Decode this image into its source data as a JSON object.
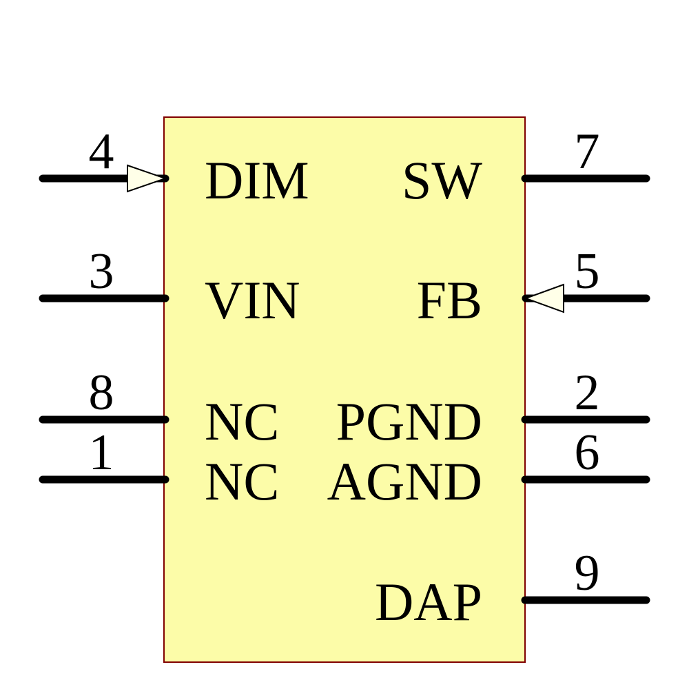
{
  "symbol": {
    "kind": "ic-schematic-symbol",
    "colors": {
      "background": "#FFFFFF",
      "body_fill": "#FCFCA8",
      "body_border": "#800000",
      "pin_line": "#000000",
      "arrow_fill": "#FFFFE8",
      "text": "#000000"
    },
    "pins": {
      "left": [
        {
          "number": "4",
          "label": "DIM",
          "arrow": "input"
        },
        {
          "number": "3",
          "label": "VIN",
          "arrow": "none"
        },
        {
          "number": "8",
          "label": "NC",
          "arrow": "none"
        },
        {
          "number": "1",
          "label": "NC",
          "arrow": "none"
        }
      ],
      "right": [
        {
          "number": "7",
          "label": "SW",
          "arrow": "none"
        },
        {
          "number": "5",
          "label": "FB",
          "arrow": "input"
        },
        {
          "number": "2",
          "label": "PGND",
          "arrow": "none"
        },
        {
          "number": "6",
          "label": "AGND",
          "arrow": "none"
        },
        {
          "number": "9",
          "label": "DAP",
          "arrow": "none"
        }
      ]
    }
  }
}
